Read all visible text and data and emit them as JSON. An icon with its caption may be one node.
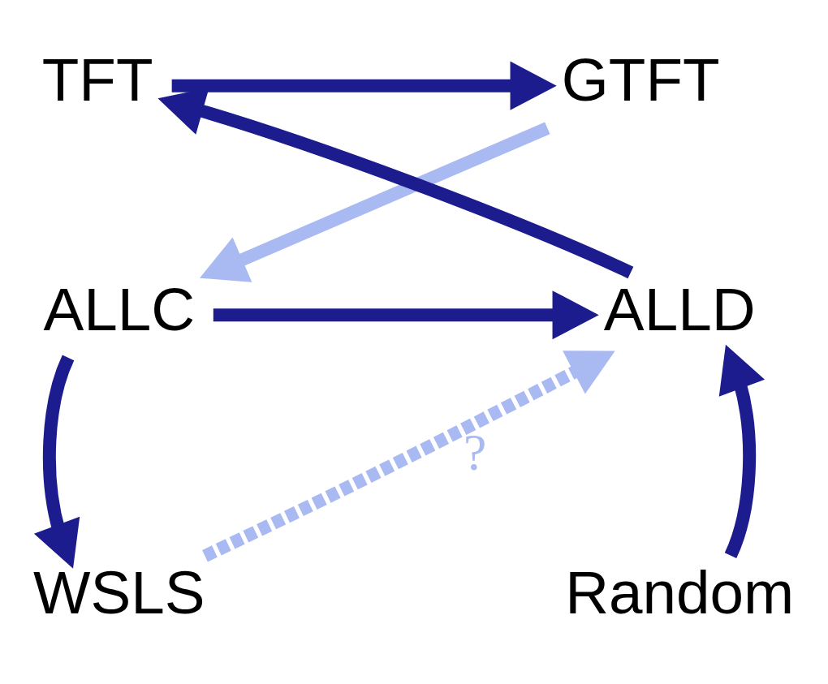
{
  "diagram": {
    "nodes": [
      {
        "text": [
          "TFT"
        ]
      },
      {
        "text": [
          "GTFT"
        ]
      },
      {
        "text": [
          "ALLD"
        ]
      },
      {
        "text": [
          "ALLC"
        ]
      },
      {
        "text": [
          "WSLS"
        ]
      },
      {
        "text": [
          "Random"
        ]
      }
    ],
    "edges": [
      {
        "from": 0,
        "to": 1,
        "arrow": "to"
      },
      {
        "from": 1,
        "to": 3,
        "arrow": "to",
        "color": "#a9b9f2"
      },
      {
        "from": 2,
        "to": 0,
        "arrow": "to"
      },
      {
        "from": 3,
        "to": 2,
        "arrow": "to"
      },
      {
        "from": 3,
        "to": 4,
        "arrow": "to"
      },
      {
        "from": 4,
        "to": 2,
        "arrow": "to",
        "label": "?",
        "style": "dashed",
        "color": "#a9b9f2"
      },
      {
        "from": 5,
        "to": 2,
        "arrow": "to"
      }
    ]
  }
}
